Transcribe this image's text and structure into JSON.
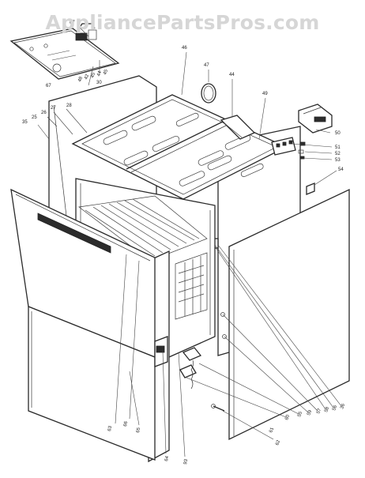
{
  "watermark": "AppliancePartsPros.com",
  "part_labels": {
    "p25": "25",
    "p26": "26",
    "p27": "27",
    "p28": "28",
    "p30": "30",
    "p32": "32",
    "p35": "35",
    "p36": "36",
    "p38": "38",
    "p39": "39",
    "p40": "40",
    "p42": "42",
    "p44": "44",
    "p45": "45",
    "p46": "46",
    "p47": "47",
    "p48": "48",
    "p49": "49",
    "p50": "50",
    "p51": "51",
    "p52": "52",
    "p53": "53",
    "p54": "54",
    "p55": "55",
    "p56": "56",
    "p57": "57",
    "p58": "58",
    "p59": "59",
    "p60": "60",
    "p61": "61",
    "p62": "62",
    "p63": "63",
    "p64": "64",
    "p65": "65",
    "p66": "66",
    "p67": "67",
    "p93": "93"
  }
}
